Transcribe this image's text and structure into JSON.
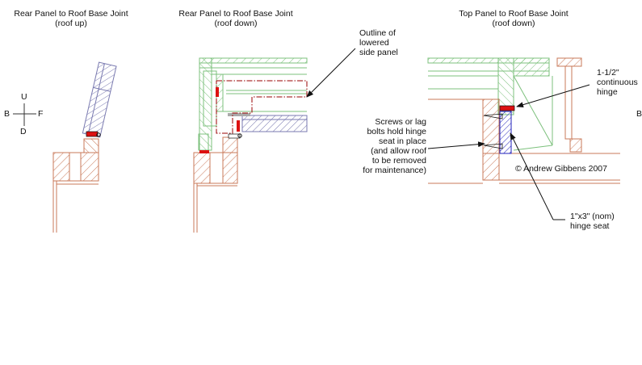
{
  "titles": {
    "rear_up": [
      "Rear Panel to Roof Base Joint",
      "(roof up)"
    ],
    "rear_down": [
      "Rear Panel to Roof Base Joint",
      "(roof down)"
    ],
    "top_down": [
      "Top Panel to Roof Base Joint",
      "(roof down)"
    ]
  },
  "compass": {
    "up": "U",
    "down": "D",
    "back": "B",
    "front": "F"
  },
  "annotations": {
    "outline": [
      "Outline of",
      "lowered",
      "side panel"
    ],
    "hinge": [
      "1-1/2\"",
      "continuous",
      "hinge"
    ],
    "screws": [
      "Screws or lag",
      "bolts hold hinge",
      "seat in place",
      "(and allow roof",
      "to be removed",
      "for maintenance)"
    ],
    "hinge_seat": [
      "1\"x3\" (nom)",
      "hinge seat"
    ],
    "copyright": "© Andrew Gibbens 2007",
    "edge_letter": "B"
  },
  "colors": {
    "wood": "#c87858",
    "roof": "#7a7ab0",
    "green": "#7cc07c",
    "hinge": "#dd1111",
    "seat": "#2222bb",
    "outline": "#990000",
    "ink": "#111111"
  }
}
